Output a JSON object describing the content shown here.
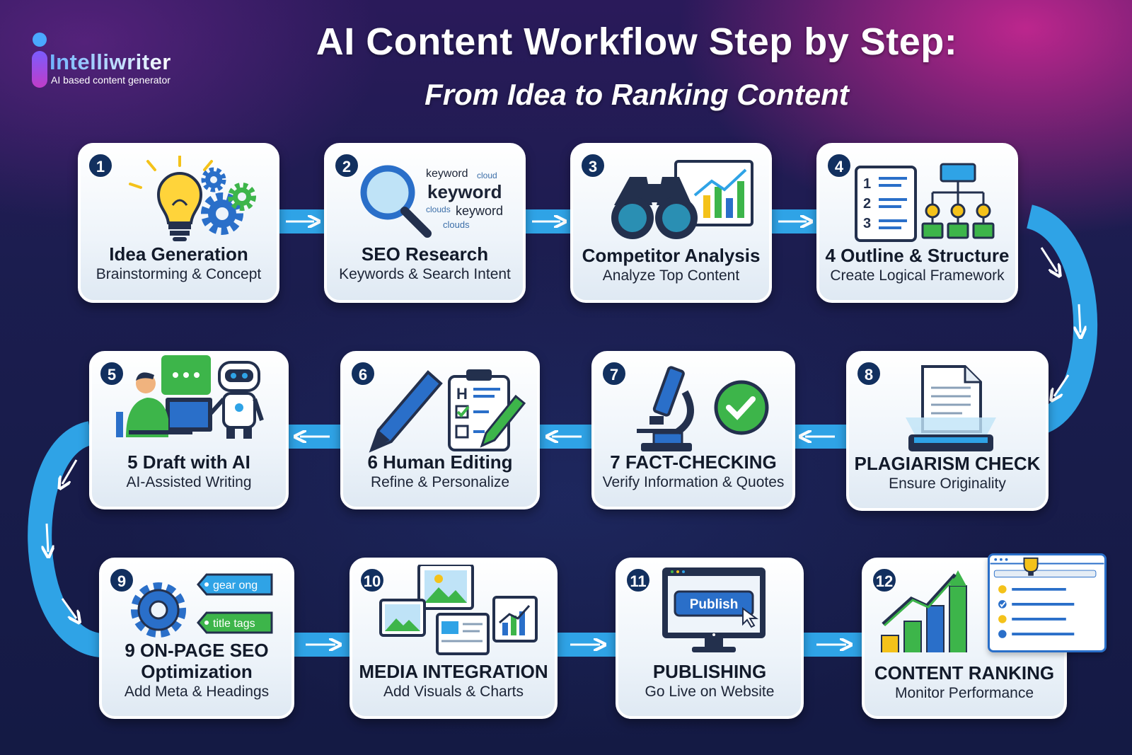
{
  "brand": {
    "name": "Intelliwriter",
    "tagline": "AI based content generator"
  },
  "header": {
    "title": "AI Content Workflow Step by Step:",
    "subtitle": "From Idea to Ranking Content"
  },
  "colors": {
    "navy": "#12305f",
    "arrow": "#2fa3e6",
    "green": "#3db54a",
    "blue": "#2a6fc9",
    "yellow": "#f4c21a"
  },
  "steps": [
    {
      "number": "1",
      "title": "Idea Generation",
      "subtitle": "Brainstorming & Concept",
      "icon": "lightbulb-gears-icon"
    },
    {
      "number": "2",
      "title": "SEO Research",
      "subtitle": "Keywords & Search Intent",
      "icon": "magnifier-keyword-cloud-icon",
      "cloud_words": [
        "keyword",
        "cloud",
        "keyword",
        "clouds",
        "keyword",
        "clouds"
      ]
    },
    {
      "number": "3",
      "title": "Competitor Analysis",
      "subtitle": "Analyze Top Content",
      "icon": "binoculars-chart-icon"
    },
    {
      "number": "4",
      "title": "4 Outline & Structure",
      "subtitle": "Create Logical Framework",
      "icon": "list-hierarchy-icon",
      "list_numbers": [
        "1",
        "2",
        "3"
      ]
    },
    {
      "number": "5",
      "title": "5 Draft with AI",
      "subtitle": "AI-Assisted Writing",
      "icon": "person-robot-icon"
    },
    {
      "number": "6",
      "title": "6 Human Editing",
      "subtitle": "Refine & Personalize",
      "icon": "pen-clipboard-icon",
      "clipboard_letter": "H"
    },
    {
      "number": "7",
      "title": "7 FACT-CHECKING",
      "subtitle": "Verify Information & Quotes",
      "icon": "microscope-check-icon"
    },
    {
      "number": "8",
      "title": "PLAGIARISM CHECK",
      "subtitle": "Ensure Originality",
      "icon": "document-scanner-icon"
    },
    {
      "number": "9",
      "title_lines": [
        "9 ON-PAGE SEO",
        "Optimization"
      ],
      "subtitle": "Add Meta & Headings",
      "icon": "gear-tags-icon",
      "tags": [
        "gear ong",
        "title tags"
      ]
    },
    {
      "number": "10",
      "title": "MEDIA INTEGRATION",
      "subtitle": "Add Visuals & Charts",
      "icon": "images-chart-icon"
    },
    {
      "number": "11",
      "title": "PUBLISHING",
      "subtitle": "Go Live on Website",
      "icon": "monitor-publish-icon",
      "button_label": "Publish"
    },
    {
      "number": "12",
      "title": "CONTENT RANKING",
      "subtitle": "Monitor Performance",
      "icon": "ranking-trophy-icon"
    }
  ]
}
